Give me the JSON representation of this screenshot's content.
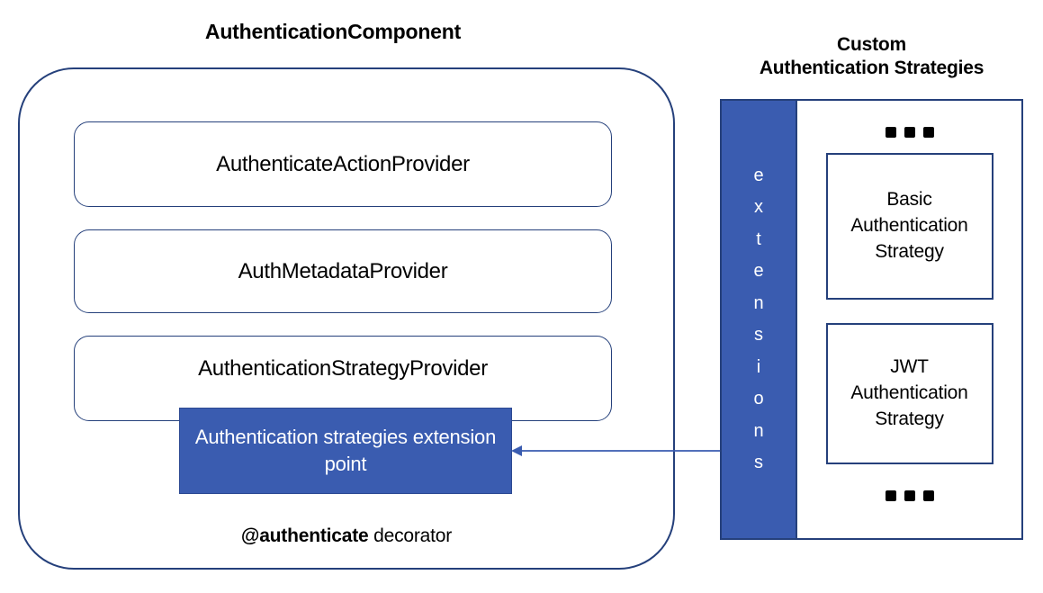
{
  "diagram": {
    "component": {
      "title": "AuthenticationComponent",
      "providers": [
        {
          "label": "AuthenticateActionProvider"
        },
        {
          "label": "AuthMetadataProvider"
        },
        {
          "label": "AuthenticationStrategyProvider"
        }
      ],
      "extension_point": {
        "label": "Authentication strategies\nextension point",
        "fill_color": "#3a5cb0",
        "text_color": "#ffffff"
      },
      "decorator_caption": {
        "bold_part": "@authenticate",
        "regular_part": " decorator"
      },
      "border_color": "#25407b"
    },
    "strategies_panel": {
      "title": "Custom\nAuthentication Strategies",
      "extensions_bar": {
        "label": "extensions",
        "letters": [
          "e",
          "x",
          "t",
          "e",
          "n",
          "s",
          "i",
          "o",
          "n",
          "s"
        ],
        "fill_color": "#3a5cb0",
        "text_color": "#ffffff"
      },
      "ellipsis_top": "•••",
      "ellipsis_bottom": "•••",
      "strategies": [
        {
          "label": "Basic\nAuthentication\nStrategy"
        },
        {
          "label": "JWT\nAuthentication\nStrategy"
        }
      ],
      "border_color": "#25407b"
    },
    "connector": {
      "name": "extensions-to-extension-point-arrow",
      "direction": "right-to-left",
      "color": "#3a5cb0"
    }
  }
}
